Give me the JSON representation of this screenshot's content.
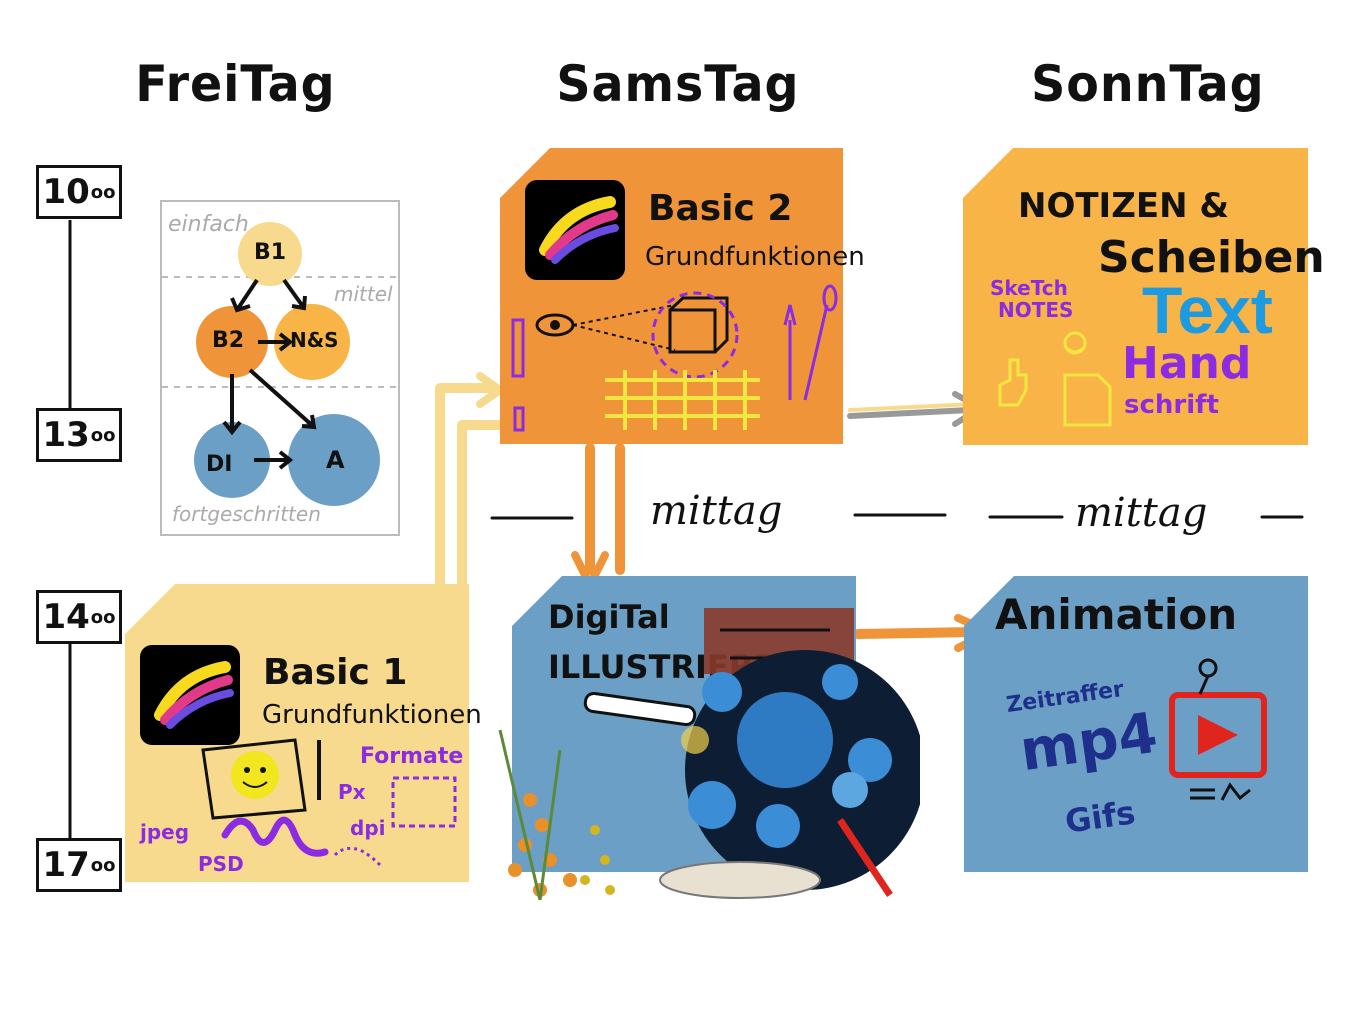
{
  "days": {
    "fri": "FreiTag",
    "sat": "SamsTag",
    "sun": "SonnTag"
  },
  "times": {
    "t10": "10",
    "t13": "13",
    "t14": "14",
    "t17": "17",
    "sup": "oo"
  },
  "legend": {
    "easy": "einfach",
    "medium": "mittel",
    "advanced": "fortgeschritten",
    "nodes": {
      "b1": "B1",
      "b2": "B2",
      "ns": "N&S",
      "di": "DI",
      "a": "A"
    }
  },
  "basic1": {
    "title": "Basic 1",
    "subtitle": "Grundfunktionen",
    "formats": "Formate",
    "jpeg": "jpeg",
    "psd": "PSD",
    "px": "Px",
    "dpi": "dpi"
  },
  "basic2": {
    "title": "Basic 2",
    "subtitle": "Grundfunktionen"
  },
  "notes": {
    "line1": "NOTIZEN &",
    "line2": "Scheiben",
    "sketch1": "SkeTch",
    "sketch2": "NOTES",
    "text": "Text",
    "hand1": "Hand",
    "hand2": "schrift"
  },
  "digital": {
    "line1": "DigiTal",
    "line2": "ILLUSTRIEREN"
  },
  "animation": {
    "title": "Animation",
    "timelapse": "Zeitraffer",
    "mp4": "mp4",
    "gifs": "Gifs"
  },
  "lunch": {
    "label1": "mittag",
    "label2": "mittag"
  },
  "colors": {
    "orange": "#F0943A",
    "light_yellow": "#F7DA8E",
    "gold": "#F8B447",
    "blue": "#6C9FC5",
    "purple": "#8B2BE2",
    "text_blue": "#1E9BE0"
  }
}
